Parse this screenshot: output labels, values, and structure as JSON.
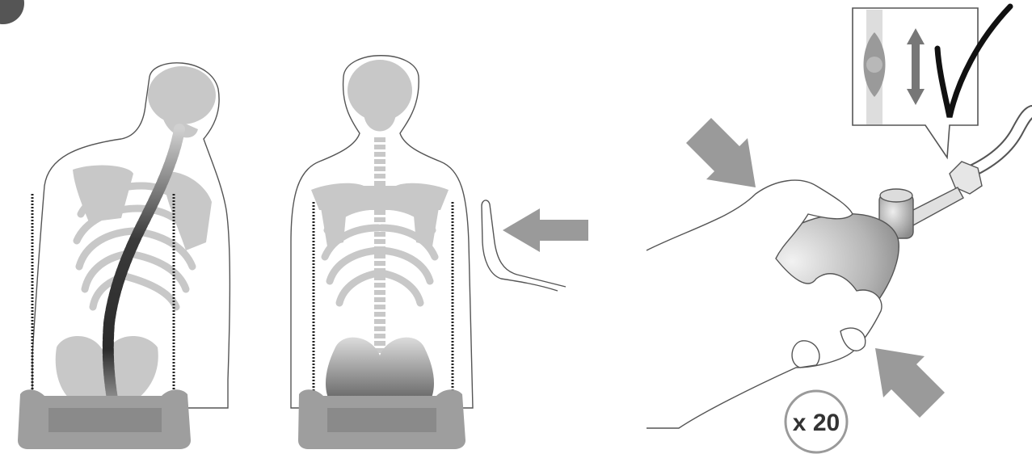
{
  "figure": {
    "panels": [
      {
        "id": "scoliosis-back",
        "description_key": "curved-spine"
      },
      {
        "id": "straight-back",
        "description_key": "straight-spine"
      },
      {
        "id": "hand-pump",
        "description_key": "squeeze-bulb"
      }
    ],
    "badge": {
      "repeat_label": "x 20"
    },
    "icons": [
      "step-circle-icon",
      "push-arrow-icon",
      "squeeze-arrow-icon",
      "up-down-arrow-icon",
      "check-mark-icon"
    ],
    "colors": {
      "skeleton": "#c8c8c8",
      "spine_dark": "#2b2b2b",
      "arrow": "#9a9a9a",
      "cushion": "#9e9e9e",
      "outline": "#555555",
      "bulb": "#a8a8a8"
    }
  }
}
